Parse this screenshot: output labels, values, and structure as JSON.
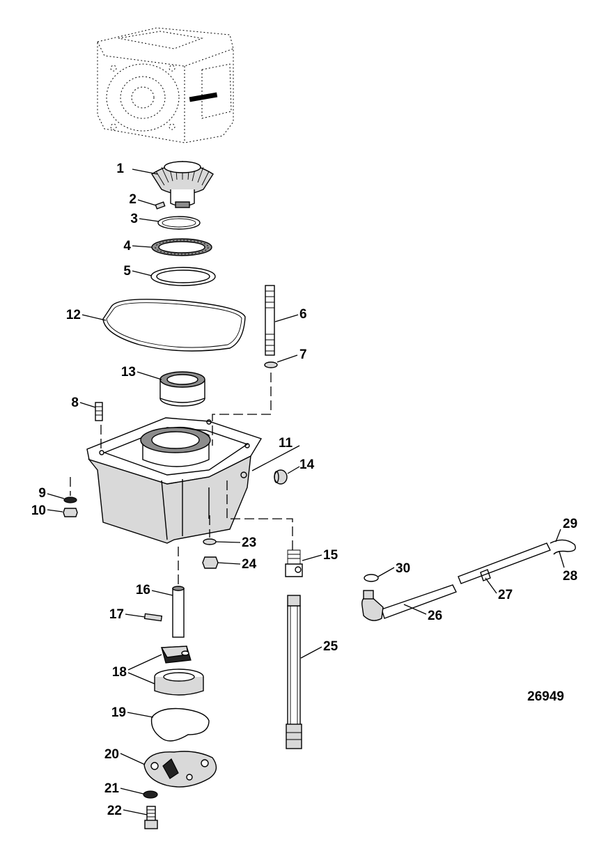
{
  "figure_number": "26949",
  "callouts": [
    "1",
    "2",
    "3",
    "4",
    "5",
    "6",
    "7",
    "8",
    "9",
    "10",
    "11",
    "12",
    "13",
    "14",
    "15",
    "16",
    "17",
    "18",
    "19",
    "20",
    "21",
    "22",
    "23",
    "24",
    "25",
    "26",
    "27",
    "28",
    "29",
    "30"
  ]
}
